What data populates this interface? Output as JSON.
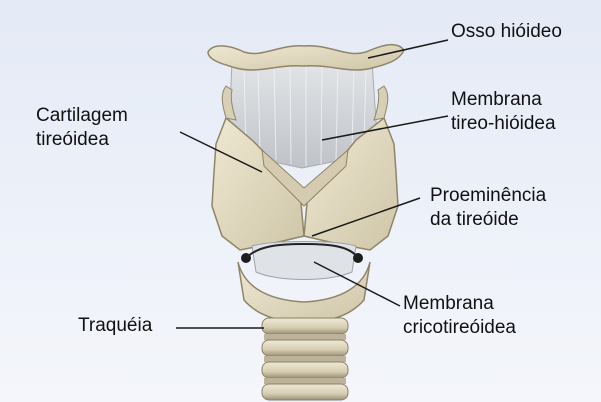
{
  "colors": {
    "background": "#e9eef8",
    "cartilage": "#e3dcc4",
    "cartilage_shadow": "#b9ae90",
    "membrane": "#cfd2d6",
    "leader_line": "#1a1a1a"
  },
  "labels": {
    "osso_hioideo": "Osso hióideo",
    "cartilagem_tireoidea": [
      "Cartilagem",
      "tireóidea"
    ],
    "membrana_tireo_hioidea": [
      "Membrana",
      "tireo-hióidea"
    ],
    "proeminencia_tireoide": [
      "Proeminência",
      "da tireóide"
    ],
    "membrana_cricotireoidea": [
      "Membrana",
      "cricotireóidea"
    ],
    "traqueia": "Traquéia"
  }
}
